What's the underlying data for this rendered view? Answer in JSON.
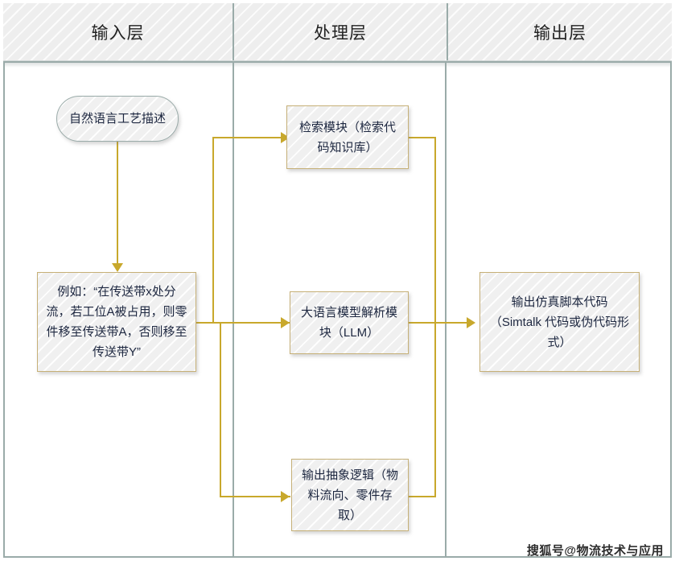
{
  "lanes": [
    {
      "title": "输入层"
    },
    {
      "title": "处理层"
    },
    {
      "title": "输出层"
    }
  ],
  "nodes": {
    "start": {
      "label": "自然语言工艺描述"
    },
    "example": {
      "label": "例如：“在传送带x处分流，若工位A被占用，则零件移至传送带A，否则移至传送带Y”"
    },
    "retrieval": {
      "label": "检索模块（检索代码知识库）"
    },
    "llm": {
      "label": "大语言模型解析模块（LLM）"
    },
    "abstract": {
      "label": "输出抽象逻辑（物料流向、零件存取）"
    },
    "output": {
      "label": "输出仿真脚本代码（Simtalk 代码或伪代码形式）"
    }
  },
  "watermark": {
    "text": "搜狐号@物流技术与应用"
  },
  "colors": {
    "connector": "#c8a82c",
    "node_border": "#c6b077",
    "lane_border": "#9aaba9",
    "lane_header_fill": "#eeeeee",
    "text": "#1d2740"
  }
}
